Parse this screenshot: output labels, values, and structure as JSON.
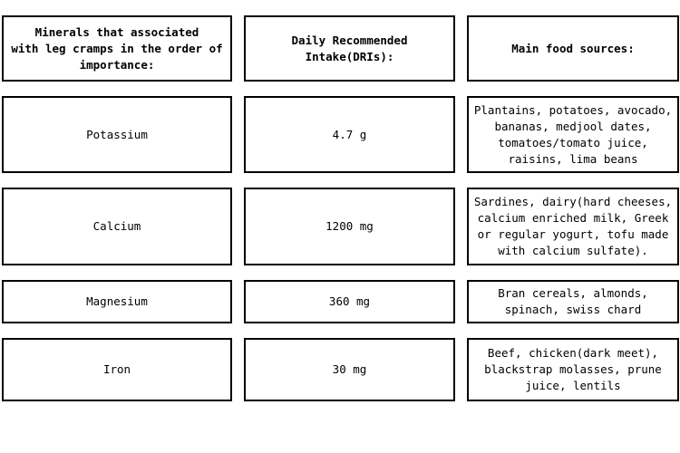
{
  "table": {
    "headers": [
      "Minerals that associated\nwith leg cramps in the order of\nimportance:",
      "Daily Recommended\nIntake(DRIs):",
      "Main food sources:"
    ],
    "rows": [
      {
        "mineral": "Potassium",
        "dri": "4.7 g",
        "sources": "Plantains, potatoes, avocado, bananas, medjool dates, tomatoes/tomato juice, raisins, lima beans"
      },
      {
        "mineral": "Calcium",
        "dri": "1200 mg",
        "sources": "Sardines, dairy(hard cheeses, calcium enriched milk, Greek or regular yogurt, tofu made with calcium sulfate)."
      },
      {
        "mineral": "Magnesium",
        "dri": "360 mg",
        "sources": "Bran cereals, almonds, spinach, swiss chard"
      },
      {
        "mineral": "Iron",
        "dri": "30 mg",
        "sources": "Beef, chicken(dark meet), blackstrap molasses, prune juice, lentils"
      }
    ],
    "colors": {
      "border": "#000000",
      "background": "#ffffff",
      "text": "#000000"
    }
  }
}
